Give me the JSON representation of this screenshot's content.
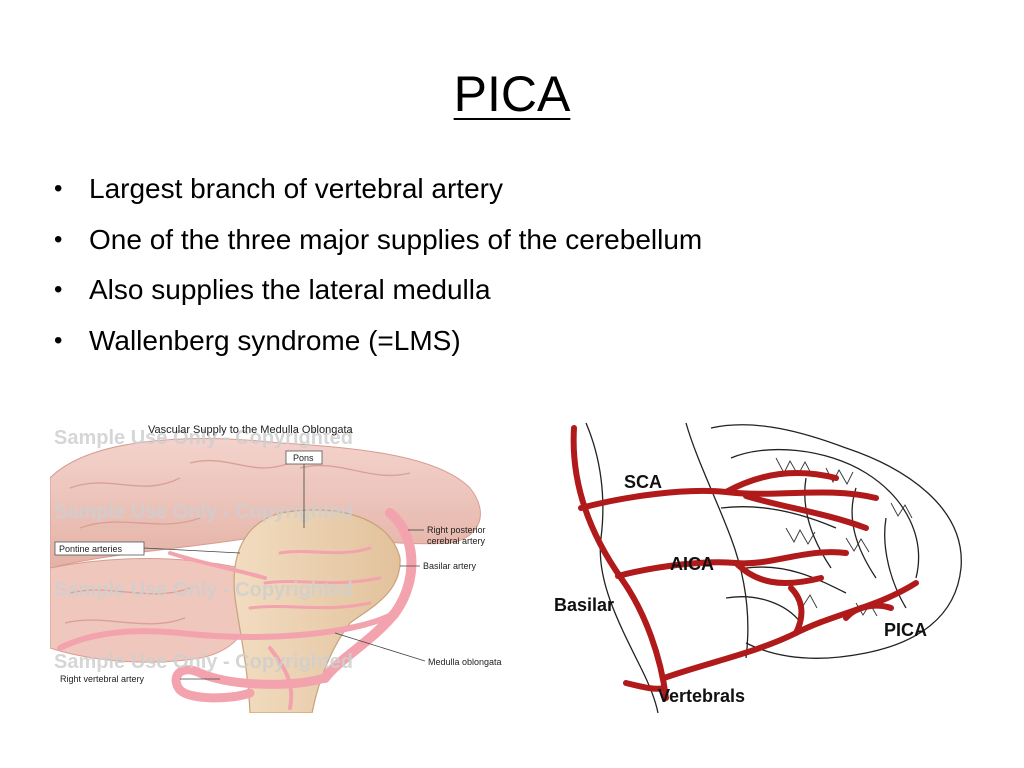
{
  "slide": {
    "title": "PICA",
    "bullets": [
      "Largest branch of vertebral artery",
      "One of the three major supplies of the cerebellum",
      "Also supplies the lateral medulla",
      "Wallenberg syndrome (=LMS)"
    ]
  },
  "left_figure": {
    "title": "Vascular Supply to the Medulla Oblongata",
    "watermark": "Sample Use Only - Copyrighted",
    "labels": {
      "pons": "Pons",
      "pontine_arteries": "Pontine arteries",
      "right_posterior_line1": "Right posterior",
      "right_posterior_line2": "cerebral artery",
      "basilar_artery": "Basilar artery",
      "medulla_oblongata": "Medulla oblongata",
      "right_vertebral_artery": "Right vertebral artery"
    }
  },
  "right_figure": {
    "labels": {
      "sca": "SCA",
      "aica": "AICA",
      "basilar": "Basilar",
      "pica": "PICA",
      "vertebrals": "Vertebrals"
    },
    "artery_color": "#b01a1a"
  }
}
